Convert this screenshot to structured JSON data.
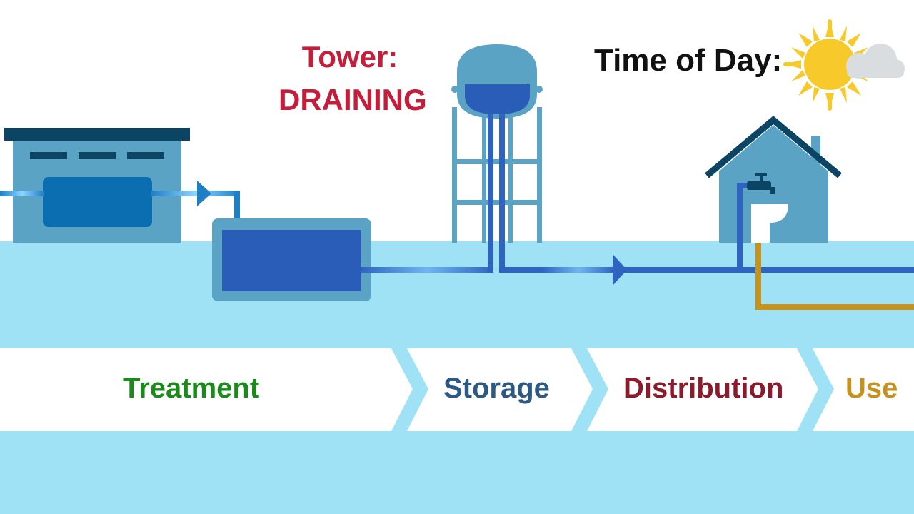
{
  "tower": {
    "label": "Tower:",
    "status": "DRAINING"
  },
  "time_of_day": {
    "label": "Time of Day:",
    "icon": "sun-with-cloud-icon"
  },
  "stages": [
    {
      "label": "Treatment",
      "color": "#1a8a1a"
    },
    {
      "label": "Storage",
      "color": "#2d5a85"
    },
    {
      "label": "Distribution",
      "color": "#8b1a2b"
    },
    {
      "label": "Use",
      "color": "#c6921f"
    }
  ],
  "colors": {
    "ground": "#9fe1f5",
    "facility": "#5ba3c4",
    "water": "#2a5db8",
    "pipe": "#2f63c0",
    "wastewater_pipe": "#c6921f",
    "status_alert": "#c41e3a"
  }
}
